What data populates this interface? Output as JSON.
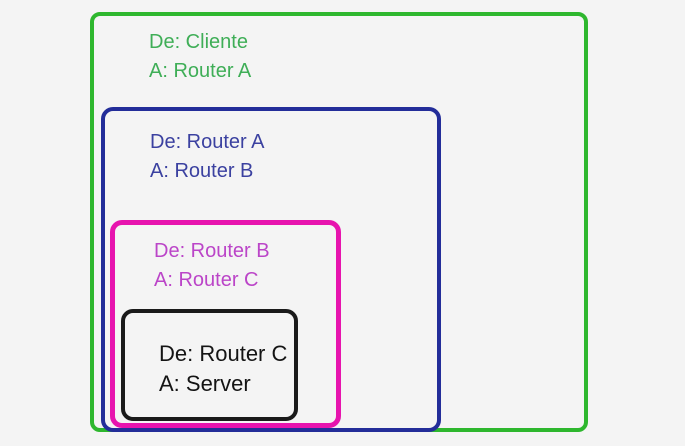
{
  "background_color": "#f4f4f4",
  "boxes": [
    {
      "id": "cliente",
      "line1": "De: Cliente",
      "line2": "A: Router A",
      "border_color": "#2eb72e",
      "text_color": "#3fae57"
    },
    {
      "id": "router-a",
      "line1": "De: Router A",
      "line2": "A: Router B",
      "border_color": "#232d99",
      "text_color": "#3b41a0"
    },
    {
      "id": "router-b",
      "line1": "De: Router B",
      "line2": "A: Router C",
      "border_color": "#e714ae",
      "text_color": "#bb45c8"
    },
    {
      "id": "router-c",
      "line1": "De: Router C",
      "line2": "A: Server",
      "border_color": "#1a1a1a",
      "text_color": "#141414"
    }
  ]
}
